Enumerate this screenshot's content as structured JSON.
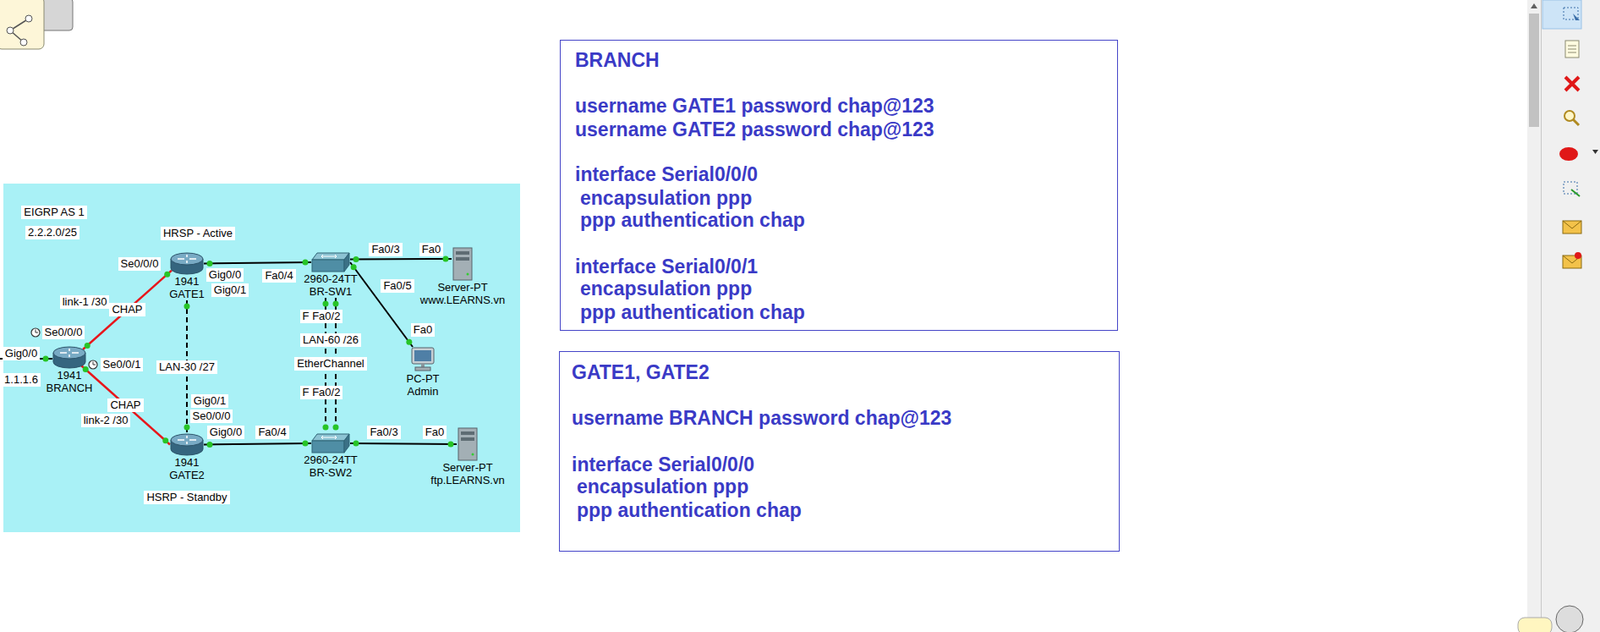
{
  "diagram": {
    "nodes": [
      {
        "text": [
          "1941",
          "GATE1"
        ]
      },
      {
        "text": [
          "2960-24TT",
          "BR-SW1"
        ]
      },
      {
        "text": [
          "Server-PT",
          "www.LEARNS.vn"
        ]
      },
      {
        "text": [
          "1941",
          "BRANCH"
        ]
      },
      {
        "text": [
          "PC-PT",
          "Admin"
        ]
      },
      {
        "text": [
          "1941",
          "GATE2"
        ]
      },
      {
        "text": [
          "2960-24TT",
          "BR-SW2"
        ]
      },
      {
        "text": [
          "Server-PT",
          "ftp.LEARNS.vn"
        ]
      },
      {
        "text": [
          "BRANCH",
          "username GATE1 password chap@123",
          "username GATE2 password chap@123",
          "interface Serial0/0/0",
          "encapsulation ppp",
          "ppp authentication chap",
          "interface Serial0/0/1",
          "encapsulation ppp",
          "ppp authentication chap"
        ]
      },
      {
        "text": [
          "GATE1, GATE2",
          "username BRANCH password chap@123",
          "interface Serial0/0/0",
          "encapsulation ppp",
          "ppp authentication chap"
        ]
      }
    ],
    "edges": [
      {
        "from": 3,
        "to": 0,
        "arrow": "none",
        "label": "CHAP"
      },
      {
        "from": 3,
        "to": 5,
        "arrow": "none",
        "label": "CHAP"
      },
      {
        "from": 0,
        "to": 1,
        "arrow": "none"
      },
      {
        "from": 0,
        "to": 5,
        "arrow": "none",
        "label": "LAN-30 /27"
      },
      {
        "from": 5,
        "to": 6,
        "arrow": "none"
      },
      {
        "from": 1,
        "to": 2,
        "arrow": "none"
      },
      {
        "from": 1,
        "to": 4,
        "arrow": "none"
      },
      {
        "from": 1,
        "to": 6,
        "arrow": "none"
      },
      {
        "from": 1,
        "to": 6,
        "arrow": "none"
      },
      {
        "from": 6,
        "to": 7,
        "arrow": "none"
      }
    ],
    "labels": [
      "EIGRP AS 1",
      "2.2.2.0/25",
      "HRSP - Active",
      "Se0/0/0",
      "Gig0/0",
      "Gig0/1",
      "Fa0/4",
      "Fa0/3",
      "Fa0",
      "Fa0/5",
      "F Fa0/2",
      "Fa0",
      "link-1 /30",
      "Se0/0/0",
      "Gig0/0",
      "Se0/0/1",
      "1.1.1.6",
      "LAN-60 /26",
      "EtherChannel",
      "Gig0/1",
      "F Fa0/2",
      "Se0/0/0",
      "link-2 /30",
      "Gig0/0",
      "Fa0/4",
      "Fa0/3",
      "Fa0",
      "HSRP - Standby"
    ]
  }
}
